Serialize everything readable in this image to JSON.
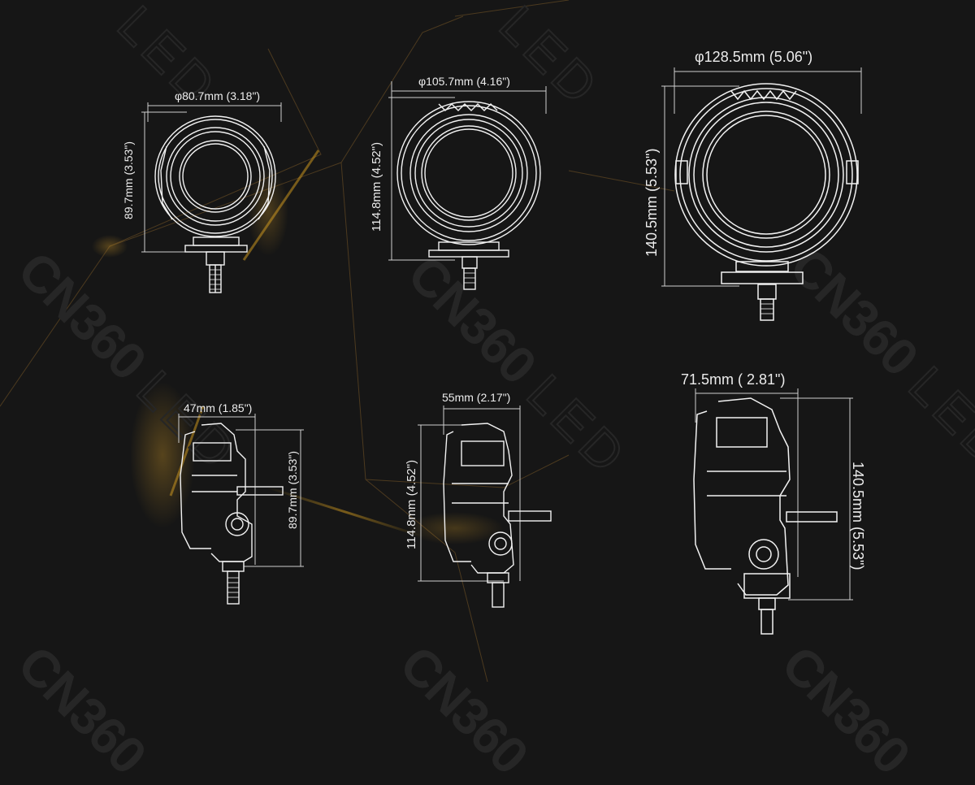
{
  "watermark": {
    "brand": "CN360",
    "suffix": "LED"
  },
  "colors": {
    "background": "#161616",
    "line": "#f2f2f2",
    "dimension": "#cfcfcf",
    "accent_glow": "#c8941e"
  },
  "front_views": [
    {
      "id": "small",
      "width_label": "φ80.7mm (3.18\")",
      "height_label": "89.7mm (3.53\")"
    },
    {
      "id": "medium",
      "width_label": "φ105.7mm (4.16\")",
      "height_label": "114.8mm (4.52\")"
    },
    {
      "id": "large",
      "width_label": "φ128.5mm (5.06\")",
      "height_label": "140.5mm (5.53\")"
    }
  ],
  "side_views": [
    {
      "id": "small",
      "depth_label": "47mm (1.85\")",
      "height_label": "89.7mm (3.53\")"
    },
    {
      "id": "medium",
      "depth_label": "55mm (2.17\")",
      "height_label": "114.8mm (4.52\")"
    },
    {
      "id": "large",
      "depth_label": "71.5mm ( 2.81\")",
      "height_label": "140.5mm (5.53\")"
    }
  ]
}
